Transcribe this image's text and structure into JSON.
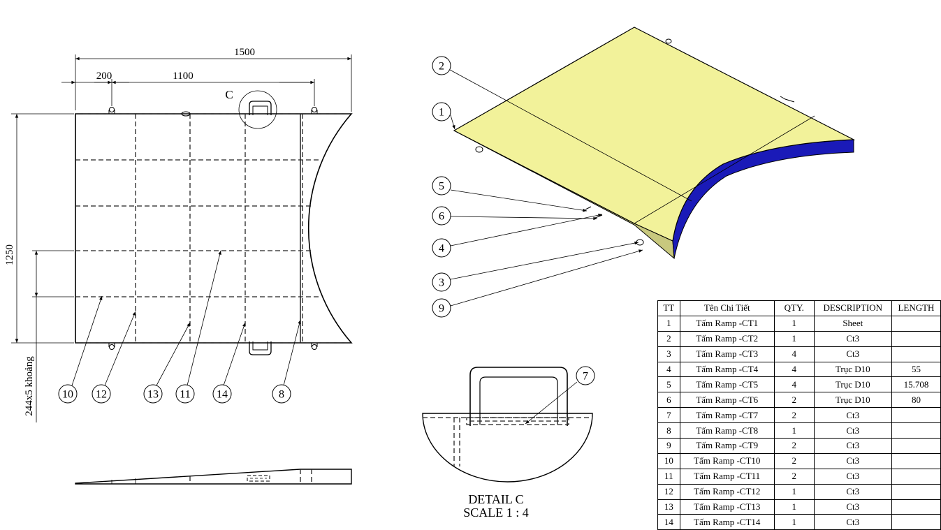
{
  "dimensions": {
    "overall_width": "1500",
    "offset": "200",
    "hole_spacing": "1100",
    "overall_length": "1250",
    "spacing_note": "244x5 khoảng"
  },
  "views": {
    "detail_marker": "C",
    "detail_title": "DETAIL C",
    "detail_scale": "SCALE 1 : 4"
  },
  "balloons": {
    "plan": [
      "10",
      "12",
      "13",
      "11",
      "14",
      "8"
    ],
    "iso": [
      "2",
      "1",
      "5",
      "6",
      "4",
      "3",
      "9"
    ],
    "detail": [
      "7"
    ]
  },
  "colors": {
    "plate_top": "#f2f29a",
    "plate_side": "#c8c87e",
    "curved_face": "#1a1ab8",
    "line": "#000000"
  },
  "bom": {
    "headers": [
      "TT",
      "Tên Chi Tiết",
      "QTY.",
      "DESCRIPTION",
      "LENGTH"
    ],
    "rows": [
      [
        "1",
        "Tấm Ramp -CT1",
        "1",
        "Sheet",
        ""
      ],
      [
        "2",
        "Tấm Ramp -CT2",
        "1",
        "Ct3",
        ""
      ],
      [
        "3",
        "Tấm Ramp -CT3",
        "4",
        "Ct3",
        ""
      ],
      [
        "4",
        "Tấm Ramp -CT4",
        "4",
        "Trục D10",
        "55"
      ],
      [
        "5",
        "Tấm Ramp -CT5",
        "4",
        "Trục D10",
        "15.708"
      ],
      [
        "6",
        "Tấm Ramp -CT6",
        "2",
        "Trục D10",
        "80"
      ],
      [
        "7",
        "Tấm Ramp -CT7",
        "2",
        "Ct3",
        ""
      ],
      [
        "8",
        "Tấm Ramp -CT8",
        "1",
        "Ct3",
        ""
      ],
      [
        "9",
        "Tấm Ramp -CT9",
        "2",
        "Ct3",
        ""
      ],
      [
        "10",
        "Tấm Ramp -CT10",
        "2",
        "Ct3",
        ""
      ],
      [
        "11",
        "Tấm Ramp -CT11",
        "2",
        "Ct3",
        ""
      ],
      [
        "12",
        "Tấm Ramp -CT12",
        "1",
        "Ct3",
        ""
      ],
      [
        "13",
        "Tấm Ramp -CT13",
        "1",
        "Ct3",
        ""
      ],
      [
        "14",
        "Tấm Ramp -CT14",
        "1",
        "Ct3",
        ""
      ]
    ]
  }
}
